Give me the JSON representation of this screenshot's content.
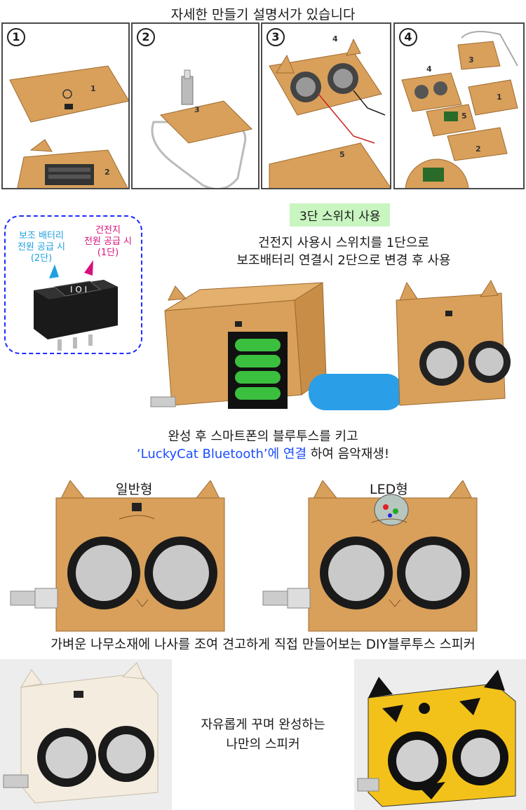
{
  "header": {
    "title": "자세한 만들기 설명서가 있습니다"
  },
  "steps": [
    {
      "number": "1",
      "labels": [
        "1",
        "2"
      ]
    },
    {
      "number": "2",
      "labels": [
        "3"
      ]
    },
    {
      "number": "3",
      "labels": [
        "4",
        "5"
      ]
    },
    {
      "number": "4",
      "labels": [
        "3",
        "4",
        "5",
        "1",
        "2"
      ]
    }
  ],
  "switch_section": {
    "badge": "3단 스위치 사용",
    "instruction_line1": "건전지 사용시 스위치를 1단으로",
    "instruction_line2": "보조배터리 연결시 2단으로 변경 후 사용",
    "left_label": "보조 배터리\n전원 공급 시\n(2단)",
    "right_label": "건전지\n전원 공급 시\n(1단)",
    "left_color": "#1ea0e0",
    "right_color": "#d6127a"
  },
  "bluetooth_section": {
    "line1": "완성 후 스마트폰의 블루투스를 키고",
    "line2_highlight": "‘LuckyCat Bluetooth’에 연결",
    "line2_rest": " 하여 음악재생!",
    "highlight_color": "#1a4cff"
  },
  "models": [
    {
      "name": "일반형"
    },
    {
      "name": "LED형"
    }
  ],
  "footer": {
    "tagline": "가벼운 나무소재에 나사를 조여 견고하게 직접 만들어보는 DIY블루투스 스피커",
    "custom_line1": "자유롭게 꾸며 완성하는",
    "custom_line2": "나만의 스피커"
  },
  "colors": {
    "wood": "#d9a05b",
    "wood_dark": "#9c6a2e",
    "battery_green": "#3bbf3f",
    "power_bank_blue": "#2a9fe8",
    "badge_bg": "#c8f5c0",
    "switch_border": "#1f2cff"
  }
}
